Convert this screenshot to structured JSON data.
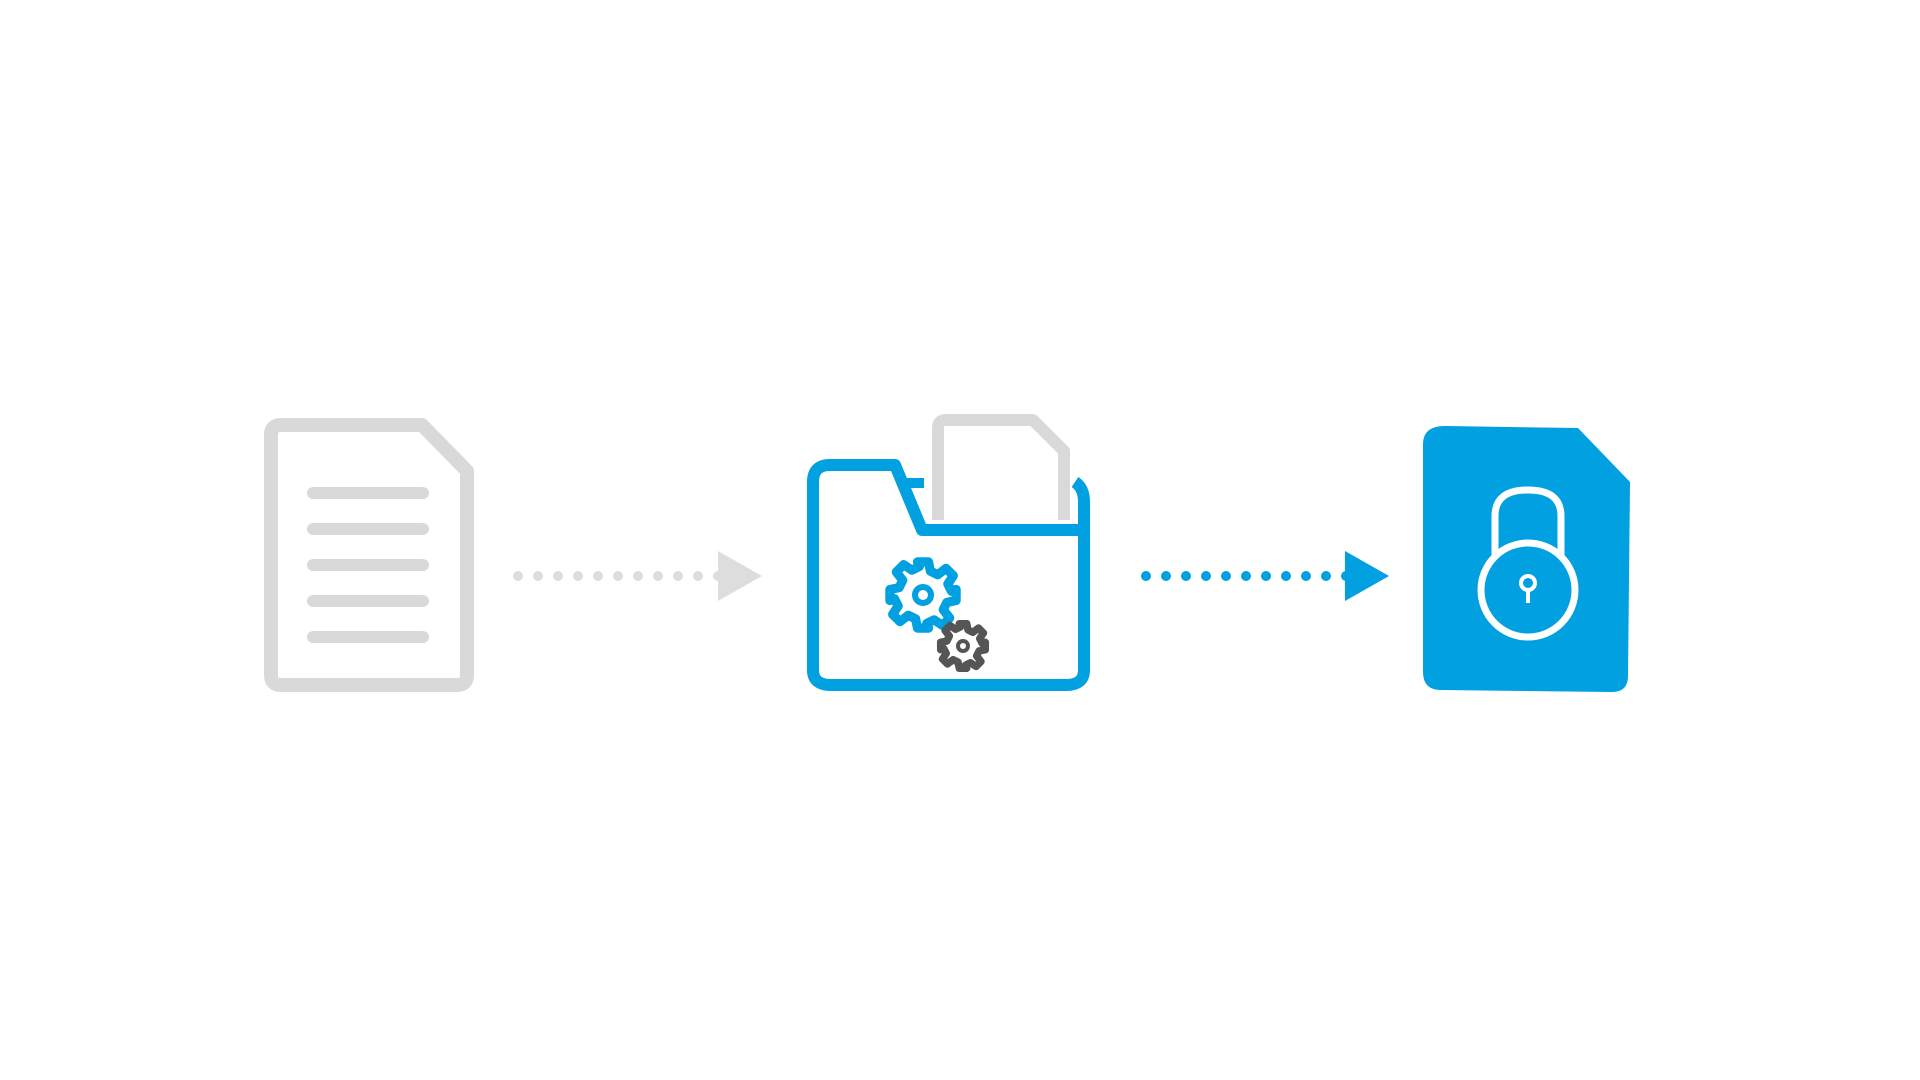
{
  "diagram": {
    "steps": [
      {
        "icon": "document-icon",
        "state": "plain"
      },
      {
        "icon": "folder-processing-icon",
        "state": "processing"
      },
      {
        "icon": "locked-document-icon",
        "state": "encrypted"
      }
    ],
    "connectors": [
      {
        "icon": "dotted-arrow-right-icon",
        "from": 0,
        "to": 1,
        "color": "#dddddd"
      },
      {
        "icon": "dotted-arrow-right-icon",
        "from": 1,
        "to": 2,
        "color": "#00a0e1"
      }
    ]
  },
  "colors": {
    "accent": "#00a0e1",
    "neutral": "#d9d9d9",
    "dark_gear": "#555555",
    "background": "#ffffff"
  }
}
